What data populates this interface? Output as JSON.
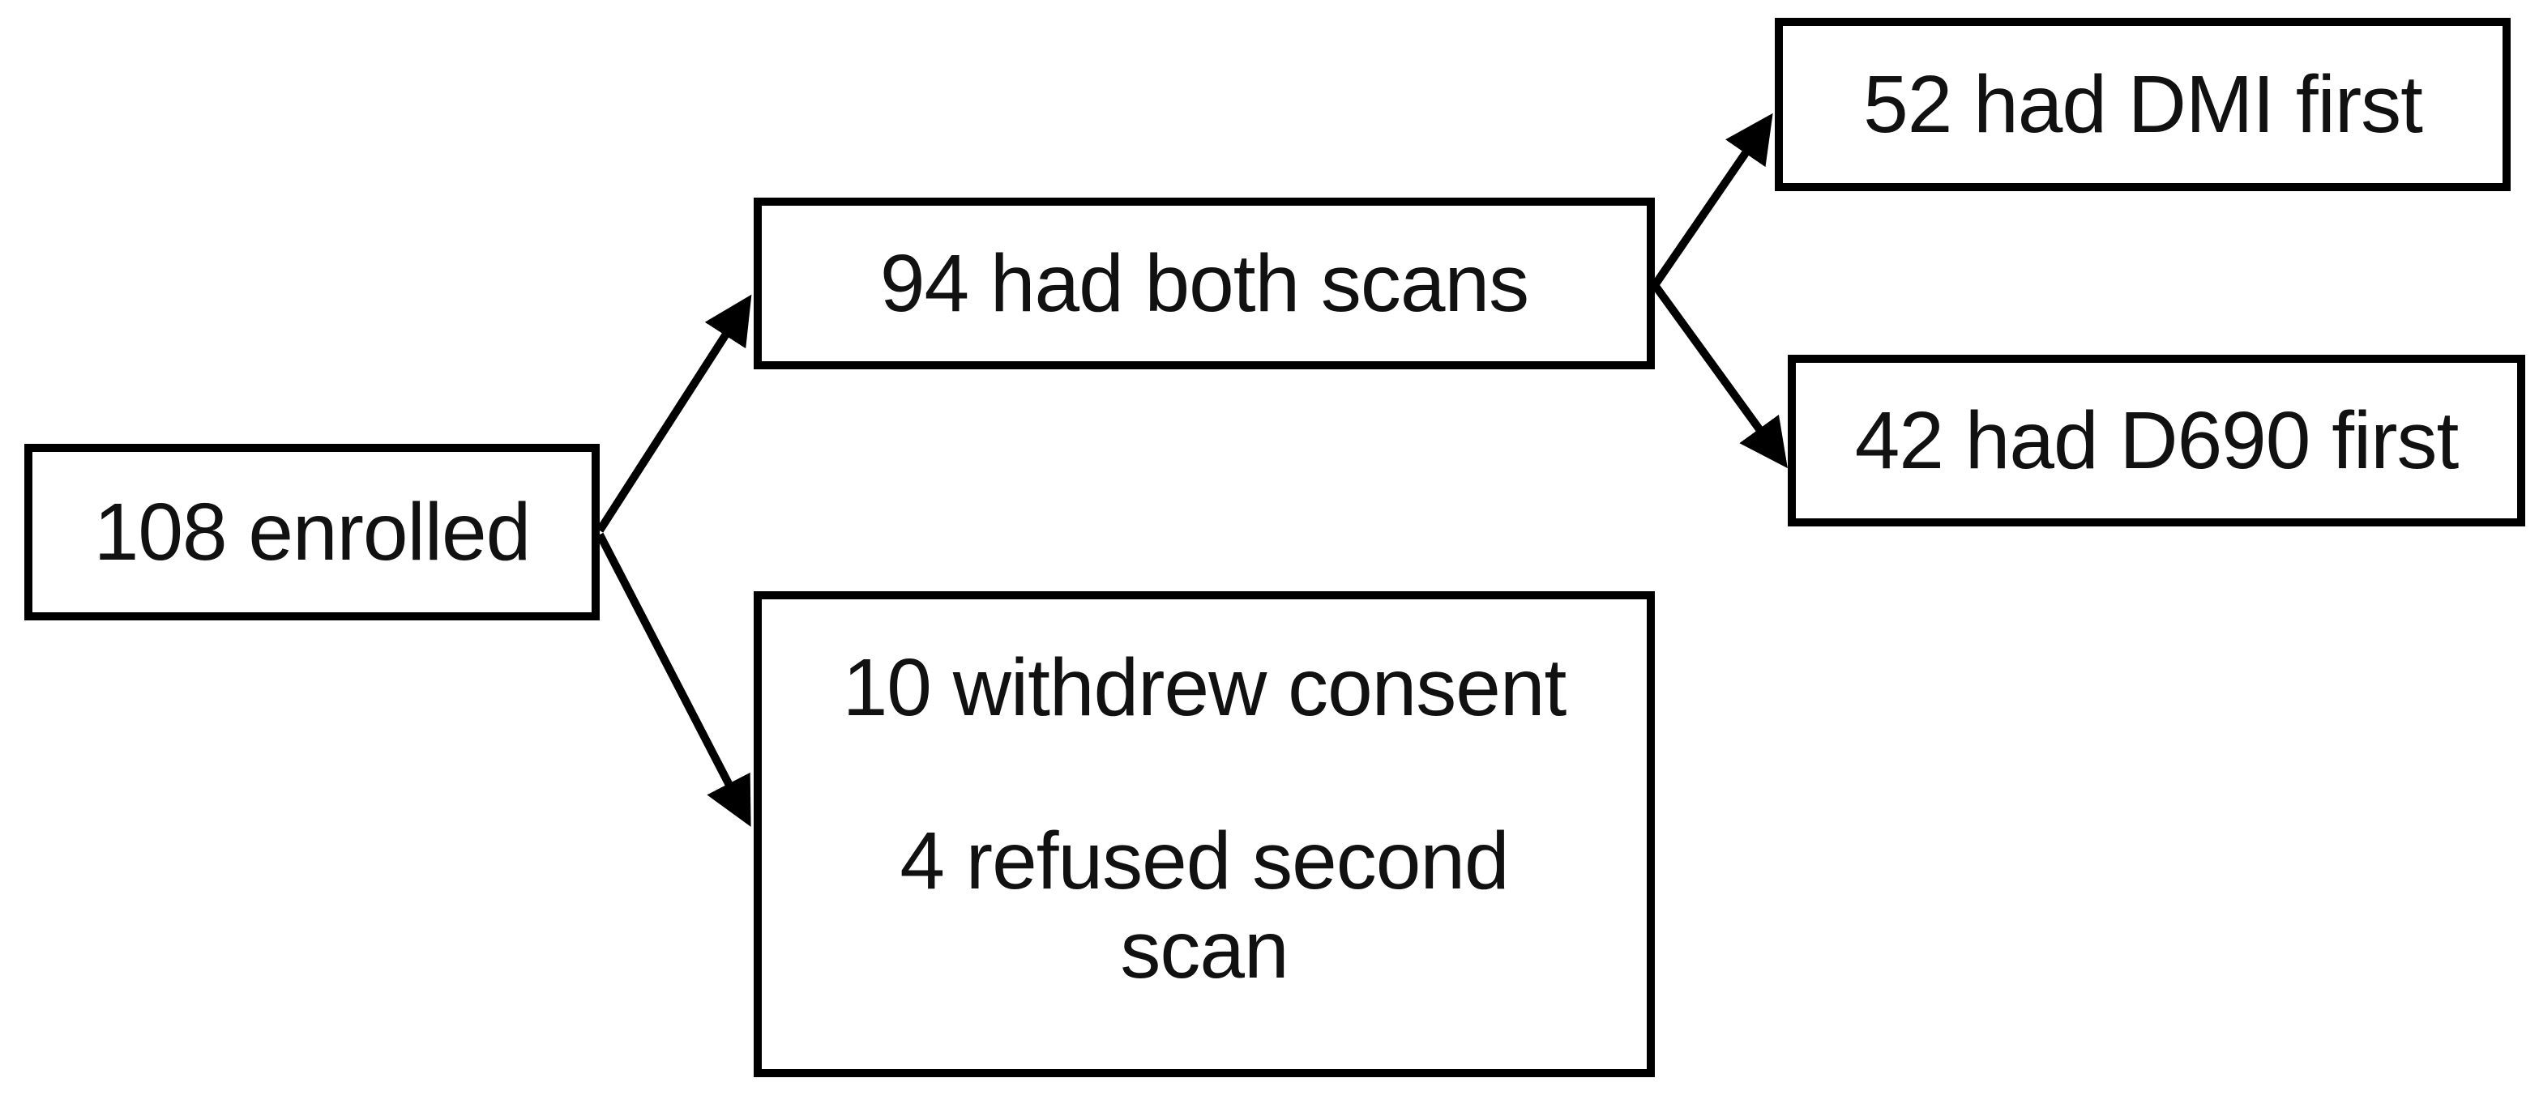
{
  "diagram": {
    "nodes": {
      "enrolled": "108 enrolled",
      "both_scans": "94 had both scans",
      "dmi_first": "52 had DMI first",
      "d690_first": "42 had D690 first",
      "withdrew": "10 withdrew consent",
      "refused": "4 refused second scan"
    },
    "edges": [
      {
        "from": "enrolled",
        "to": "both_scans"
      },
      {
        "from": "enrolled",
        "to": "excluded"
      },
      {
        "from": "both_scans",
        "to": "dmi_first"
      },
      {
        "from": "both_scans",
        "to": "d690_first"
      }
    ],
    "colors": {
      "stroke": "#000000",
      "background": "#ffffff",
      "text": "#111111"
    }
  }
}
